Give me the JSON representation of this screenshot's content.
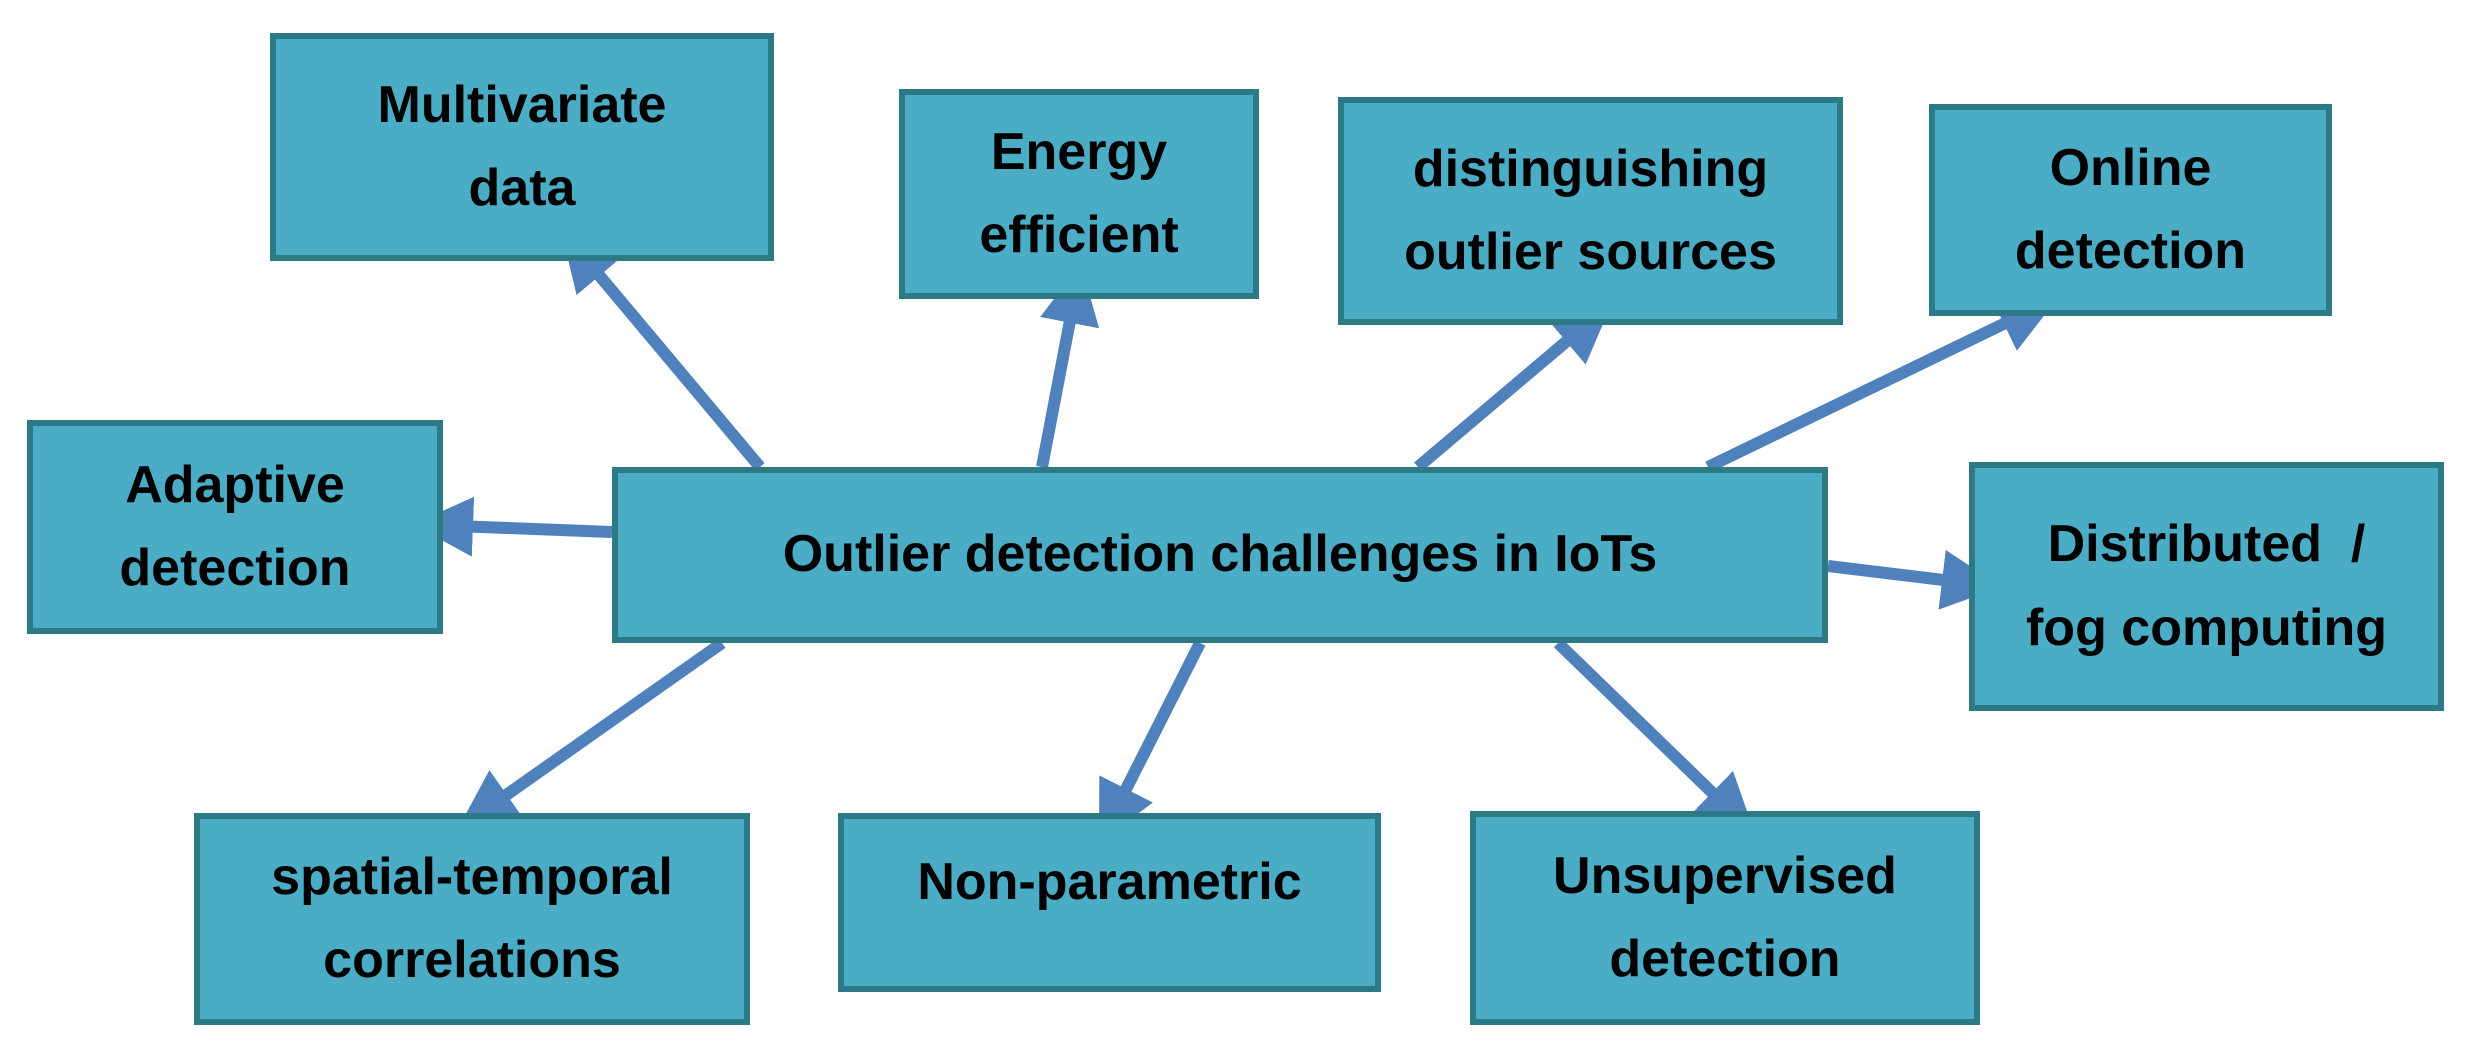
{
  "colors": {
    "box_fill": "#4bacc6",
    "box_border": "#2c7a86",
    "arrow": "#4f81bd",
    "text": "#000000"
  },
  "center": {
    "label": "Outlier detection challenges in IoTs"
  },
  "nodes": {
    "multivariate": {
      "line1": "Multivariate",
      "line2": "data"
    },
    "energy": {
      "line1": "Energy",
      "line2": "efficient"
    },
    "distinguishing": {
      "line1": "distinguishing",
      "line2": "outlier sources"
    },
    "online": {
      "line1": "Online",
      "line2": "detection"
    },
    "adaptive": {
      "line1": "Adaptive",
      "line2": "detection"
    },
    "distributed": {
      "line1": "Distributed  /",
      "line2": "fog computing"
    },
    "spatial": {
      "line1": "spatial-temporal",
      "line2": "correlations"
    },
    "nonparametric": {
      "line1": "Non-parametric"
    },
    "unsupervised": {
      "line1": "Unsupervised",
      "line2": "detection"
    }
  }
}
